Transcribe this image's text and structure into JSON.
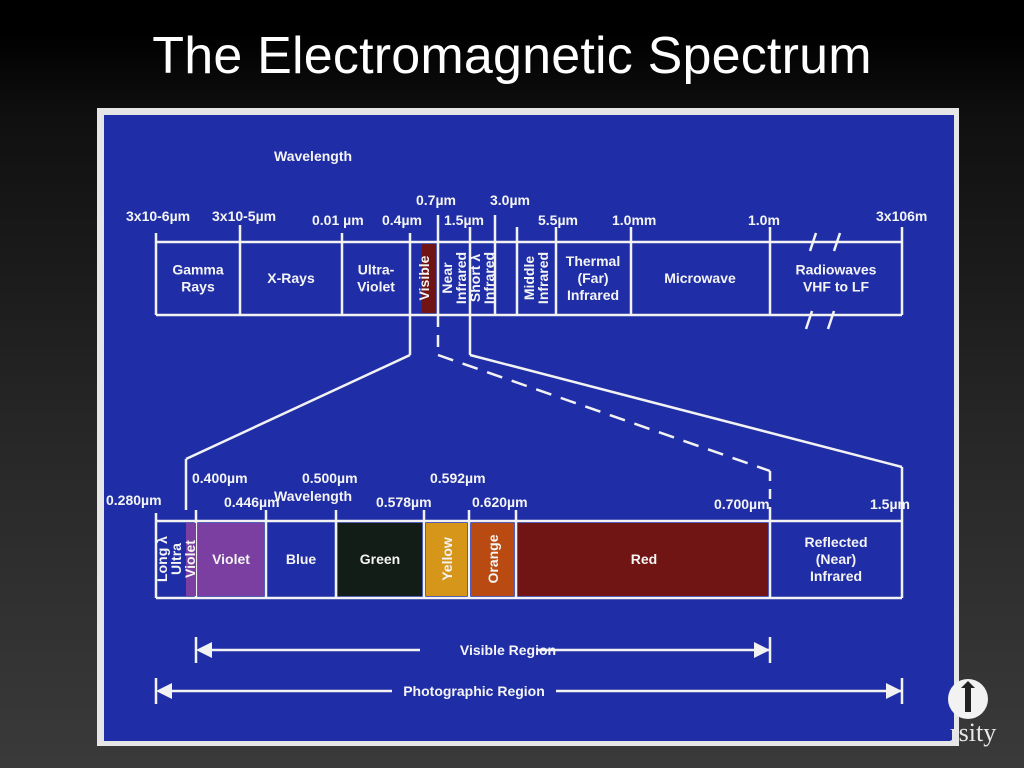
{
  "title": "The Electromagnetic Spectrum",
  "colors": {
    "background": "#1f2ea6",
    "line": "#f2f2f2",
    "violet": "#7a3fa0",
    "blue": "#1f2ea6",
    "green": "#111d16",
    "yellow": "#d6961a",
    "orange": "#b84a12",
    "red": "#701414"
  },
  "top_scale": {
    "label": "Wavelength",
    "ticks": [
      {
        "text": "3x10-6µm"
      },
      {
        "text": "3x10-5µm"
      },
      {
        "text": "0.01 µm"
      },
      {
        "text": "0.4µm"
      },
      {
        "text": "0.7µm"
      },
      {
        "text": "1.5µm"
      },
      {
        "text": "3.0µm"
      },
      {
        "text": "5.5µm"
      },
      {
        "text": "1.0mm"
      },
      {
        "text": "1.0m"
      },
      {
        "text": "3x106m"
      }
    ],
    "bands": [
      {
        "label": "Gamma\nRays"
      },
      {
        "label": "X-Rays"
      },
      {
        "label": "Ultra-\nViolet"
      },
      {
        "label": "Visible"
      },
      {
        "label": "Near\nInfrared"
      },
      {
        "label": "Short λ\nInfrared"
      },
      {
        "label": "Middle\nInfrared"
      },
      {
        "label": "Thermal\n(Far)\nInfrared"
      },
      {
        "label": "Microwave"
      },
      {
        "label": "Radiowaves\nVHF to LF"
      }
    ]
  },
  "bottom_scale": {
    "label": "Wavelength",
    "ticks": [
      {
        "text": "0.280µm"
      },
      {
        "text": "0.400µm"
      },
      {
        "text": "0.446µm"
      },
      {
        "text": "0.500µm"
      },
      {
        "text": "0.578µm"
      },
      {
        "text": "0.592µm"
      },
      {
        "text": "0.620µm"
      },
      {
        "text": "0.700µm"
      },
      {
        "text": "1.5µm"
      }
    ],
    "bands": [
      {
        "label": "Long λ\nUltra\nViolet"
      },
      {
        "label": "Violet"
      },
      {
        "label": "Blue"
      },
      {
        "label": "Green"
      },
      {
        "label": "Yellow"
      },
      {
        "label": "Orange"
      },
      {
        "label": "Red"
      },
      {
        "label": "Reflected\n(Near)\nInfrared"
      }
    ]
  },
  "regions": {
    "visible": "Visible Region",
    "photographic": "Photographic Region"
  },
  "logo_text": "rsity"
}
